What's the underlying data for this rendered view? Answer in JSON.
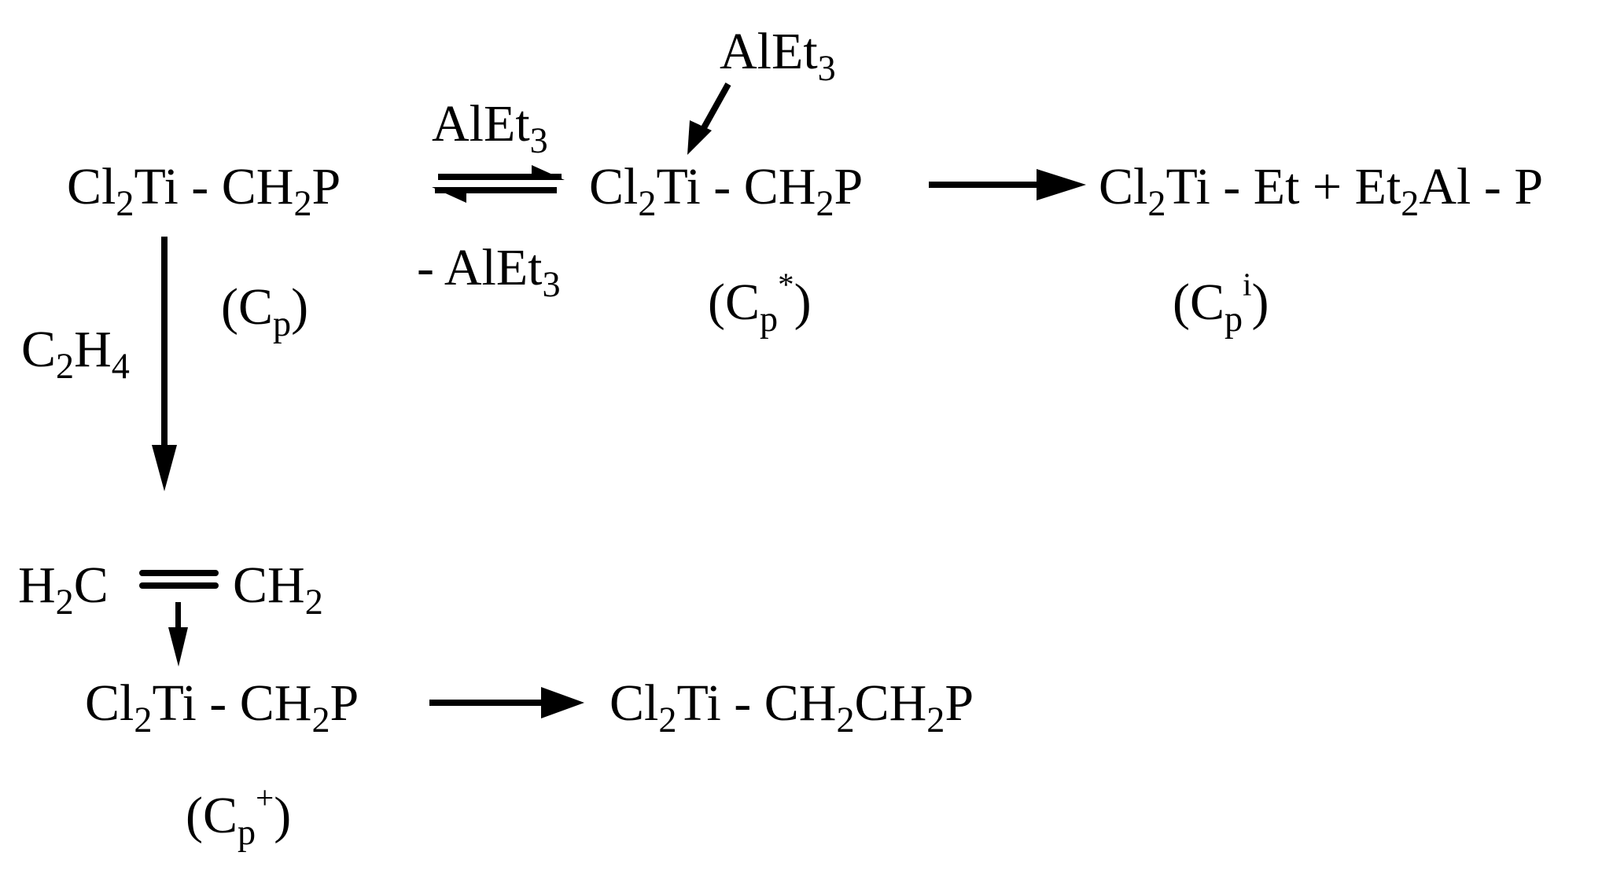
{
  "diagram": {
    "type": "reaction-scheme",
    "row1": {
      "reactant": {
        "parts": [
          "Cl",
          "2",
          "Ti - CH",
          "2",
          "P"
        ],
        "text": "Cl2Ti - CH2P",
        "label": {
          "base": "C",
          "sub": "p",
          "sup": "",
          "text": "(Cp)"
        }
      },
      "equilibrium": {
        "forward_reagent": {
          "base": "AlEt",
          "sub": "3",
          "text": "AlEt3"
        },
        "reverse_reagent": {
          "base": "- AlEt",
          "sub": "3",
          "text": "- AlEt3"
        }
      },
      "intermediate": {
        "parts": [
          "Cl",
          "2",
          "Ti - CH",
          "2",
          "P"
        ],
        "text": "Cl2Ti - CH2P",
        "attacking_reagent": {
          "base": "AlEt",
          "sub": "3",
          "text": "AlEt3"
        },
        "label": {
          "base": "C",
          "sub": "p",
          "sup": "*",
          "text": "(Cp*)"
        }
      },
      "product": {
        "parts": [
          "Cl",
          "2",
          "Ti - Et + Et",
          "2",
          "Al - P"
        ],
        "text": "Cl2Ti - Et + Et2Al - P",
        "label": {
          "base": "C",
          "sub": "p",
          "sup": "i",
          "text": "(Cpi)"
        }
      }
    },
    "vertical_step": {
      "reagent": {
        "base": "C",
        "sub1": "2",
        "mid": "H",
        "sub2": "4",
        "text": "C2H4"
      }
    },
    "row2": {
      "olefin": {
        "left": {
          "base": "H",
          "sub": "2",
          "tail": "C"
        },
        "right": {
          "base": "CH",
          "sub": "2"
        },
        "text": "H2C=CH2"
      },
      "complex": {
        "parts": [
          "Cl",
          "2",
          "Ti - CH",
          "2",
          "P"
        ],
        "text": "Cl2Ti - CH2P",
        "label": {
          "base": "C",
          "sub": "p",
          "sup": "+",
          "text": "(Cp+)"
        }
      },
      "product": {
        "parts": [
          "Cl",
          "2",
          "Ti - CH",
          "2",
          "CH",
          "2",
          "P"
        ],
        "text": "Cl2Ti - CH2CH2P"
      }
    },
    "arrows": [
      {
        "id": "equilibrium-forward",
        "from": "reactant",
        "to": "intermediate"
      },
      {
        "id": "equilibrium-reverse",
        "from": "intermediate",
        "to": "reactant"
      },
      {
        "id": "alet3-attack",
        "from": "AlEt3",
        "to": "intermediate-Ti"
      },
      {
        "id": "chain-transfer",
        "from": "intermediate",
        "to": "product"
      },
      {
        "id": "ethylene-insertion",
        "from": "reactant",
        "to": "olefin-complex"
      },
      {
        "id": "coordination",
        "from": "olefin",
        "to": "complex-Ti"
      },
      {
        "id": "propagation",
        "from": "complex",
        "to": "row2-product"
      }
    ]
  }
}
